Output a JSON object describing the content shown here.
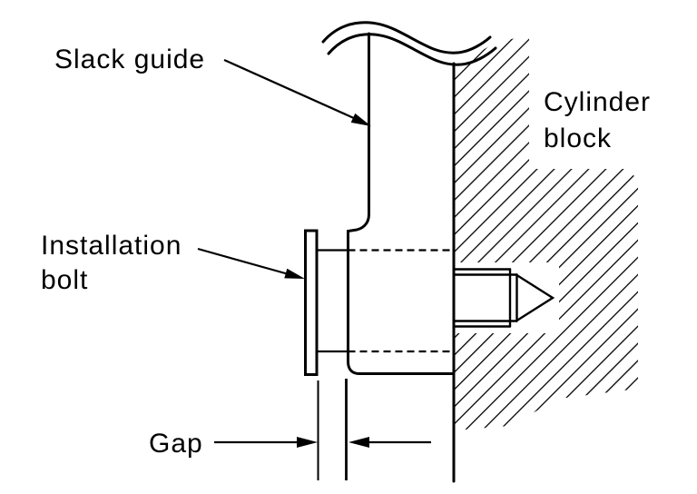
{
  "figure": {
    "type": "technical-diagram",
    "subject": "slack guide installed on cylinder block with installation bolt and gap dimension",
    "background_color": "#ffffff",
    "line_color": "#000000"
  },
  "labels": {
    "slack_guide": "Slack guide",
    "cylinder_block_line1": "Cylinder",
    "cylinder_block_line2": "block",
    "installation_bolt_line1": "Installation",
    "installation_bolt_line2": "bolt",
    "gap": "Gap"
  }
}
